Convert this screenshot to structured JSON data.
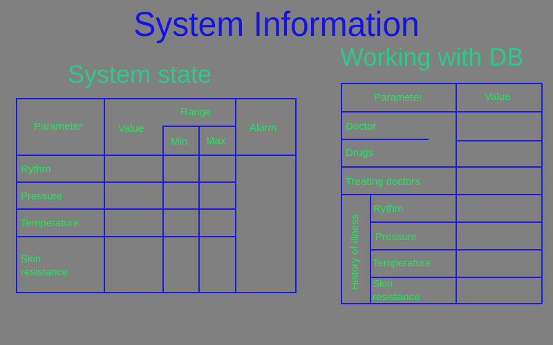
{
  "title": "System Information",
  "system_state": {
    "title": "System state",
    "headers": {
      "parameter": "Parameter",
      "value": "Value",
      "range": "Range",
      "min": "Min",
      "max": "Max",
      "alarm": "Alarm"
    },
    "rows": [
      "Rythm",
      "Pressure",
      "Temperature",
      "Skin\nresistance"
    ]
  },
  "db": {
    "title": "Working with DB",
    "headers": {
      "parameter": "Parameter",
      "value": "Value"
    },
    "rows": [
      "Doctor",
      "Drugs",
      "Treating doctors"
    ],
    "history_label": "History of illness",
    "history_rows": [
      "Rythm",
      "Pressure",
      "Temperature",
      "Skin\nresistance"
    ]
  },
  "colors": {
    "background": "#808080",
    "title": "#1414e6",
    "section_title": "#2dc88c",
    "grid_lines": "#1a1ae6",
    "label_text": "#22e65a"
  }
}
